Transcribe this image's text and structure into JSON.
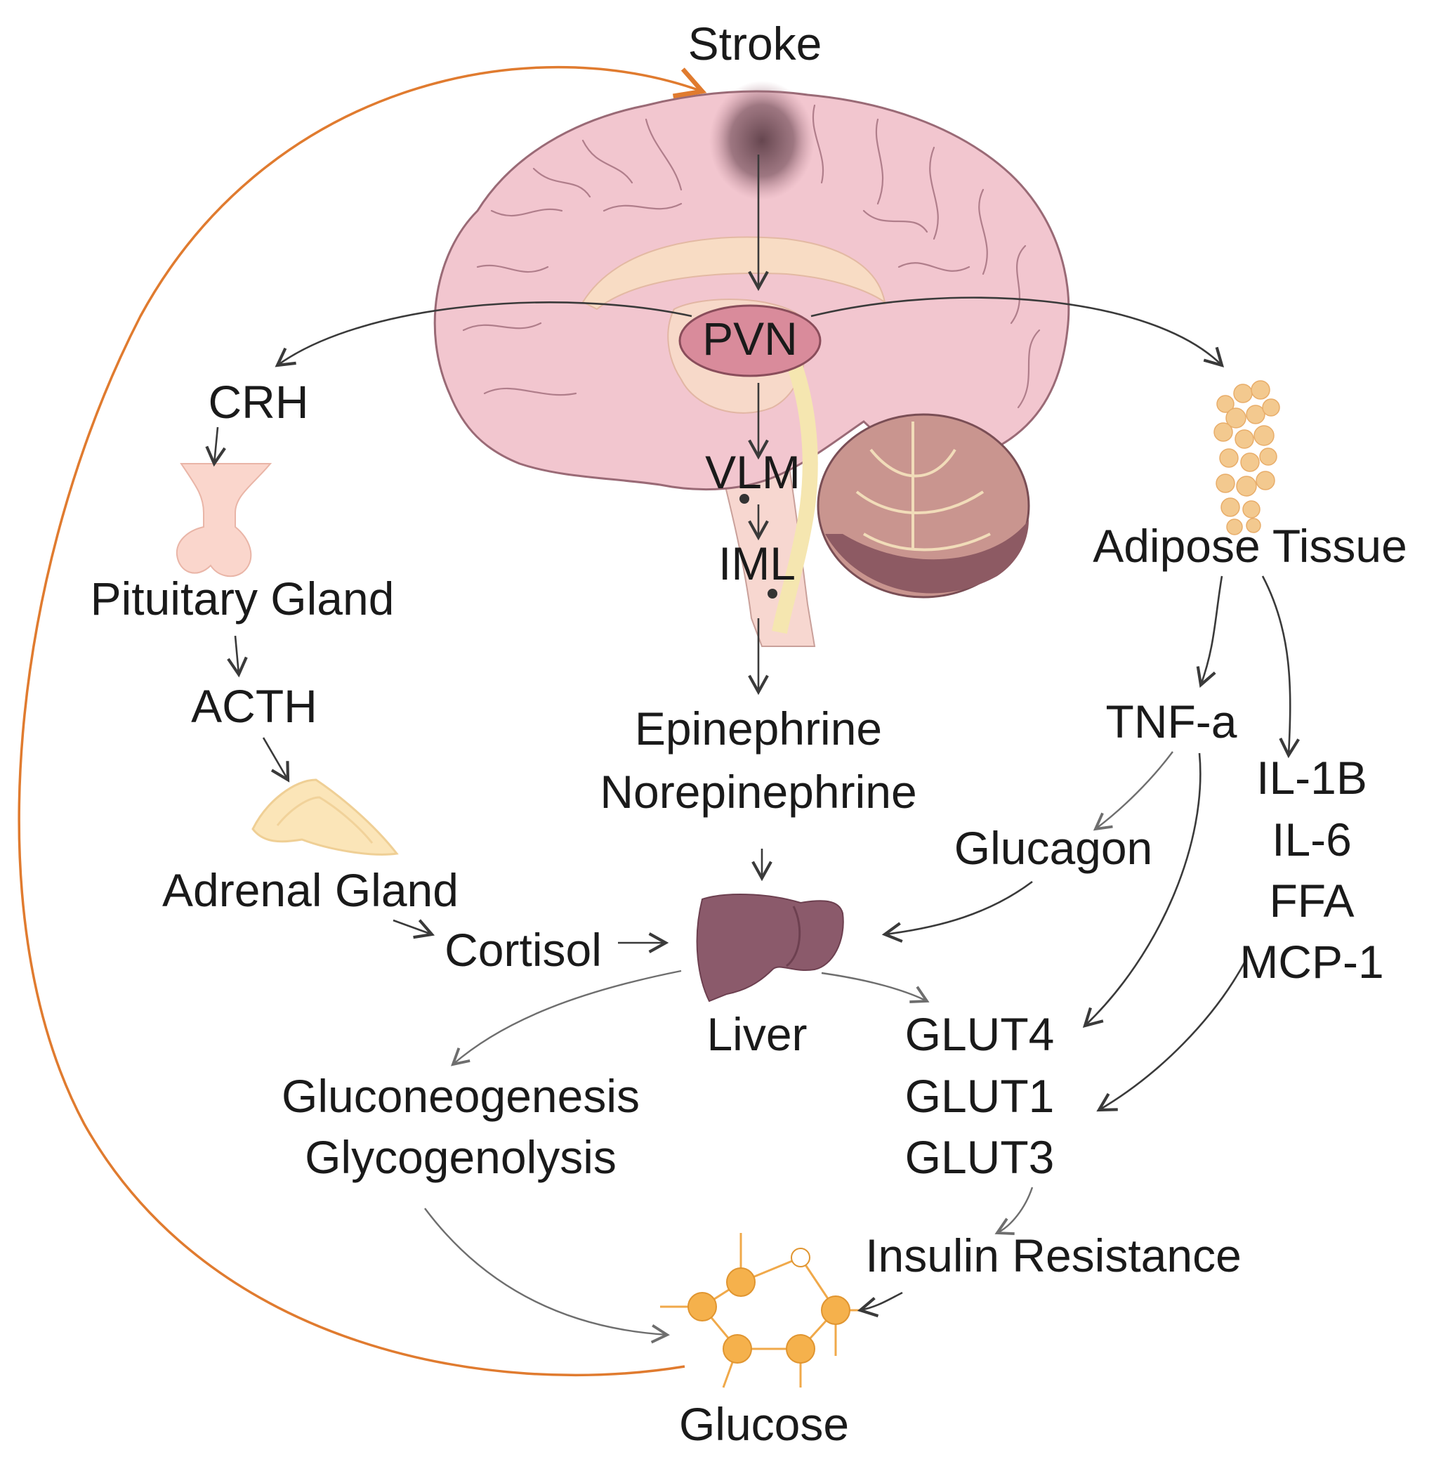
{
  "labels": {
    "stroke": "Stroke",
    "pvn": "PVN",
    "crh": "CRH",
    "pituitary": "Pituitary Gland",
    "acth": "ACTH",
    "adrenal": "Adrenal Gland",
    "cortisol": "Cortisol",
    "vlm": "VLM",
    "iml": "IML",
    "epinephrine": "Epinephrine",
    "norepinephrine": "Norepinephrine",
    "liver": "Liver",
    "adipose": "Adipose Tissue",
    "tnfa": "TNF-a",
    "glucagon": "Glucagon",
    "il1b": "IL-1B",
    "il6": "IL-6",
    "ffa": "FFA",
    "mcp1": "MCP-1",
    "glut4": "GLUT4",
    "glut1": "GLUT1",
    "glut3": "GLUT3",
    "gluconeogenesis": "Gluconeogenesis",
    "glycogenolysis": "Glycogenolysis",
    "insulin_resistance": "Insulin Resistance",
    "glucose": "Glucose"
  },
  "colors": {
    "brain": "#f2c6cf",
    "brain_outline": "#9a6a76",
    "pvn": "#d98b9b",
    "cerebellum": "#c9958f",
    "liver": "#8b5a6b",
    "adipose": "#f3c98f",
    "pituitary": "#fad6cc",
    "adrenal": "#fbe5b8",
    "glucose": "#f5b14c",
    "feedback_arrow": "#e07b2f",
    "stroke_lesion": "#5e3f48"
  },
  "icons": [
    "brain-illustration",
    "pituitary-icon",
    "adrenal-icon",
    "liver-icon",
    "adipose-icon",
    "glucose-molecule-icon"
  ]
}
